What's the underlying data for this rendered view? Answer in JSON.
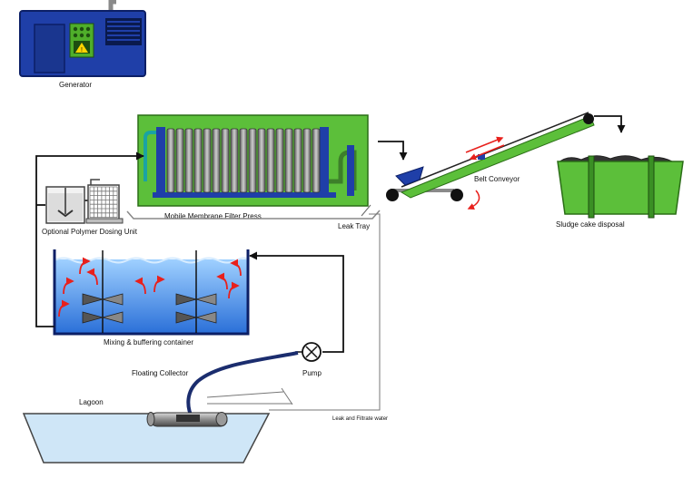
{
  "labels": {
    "generator": "Generator",
    "filter_press": "Mobile Membrane Filter Press",
    "leak_tray": "Leak Tray",
    "polymer_unit": "Optional Polymer Dosing Unit",
    "belt_conveyor": "Belt Conveyor",
    "sludge_disposal": "Sludge cake disposal",
    "mixing_container": "Mixing & buffering container",
    "floating_collector": "Floating Collector",
    "pump": "Pump",
    "lagoon": "Lagoon",
    "leak_filtrate": "Leak and Filtrate water"
  },
  "colors": {
    "generator_blue": "#1f3fa8",
    "press_green": "#5cbf3a",
    "water_blue": "#3f8df0",
    "arrow_red": "#e8201c",
    "lagoon_blue": "#cfe6f7",
    "pipe_black": "#111111"
  },
  "icons": [
    "warning-icon",
    "mixer-impeller-icon",
    "pump-icon",
    "circulation-arrow-icon"
  ]
}
